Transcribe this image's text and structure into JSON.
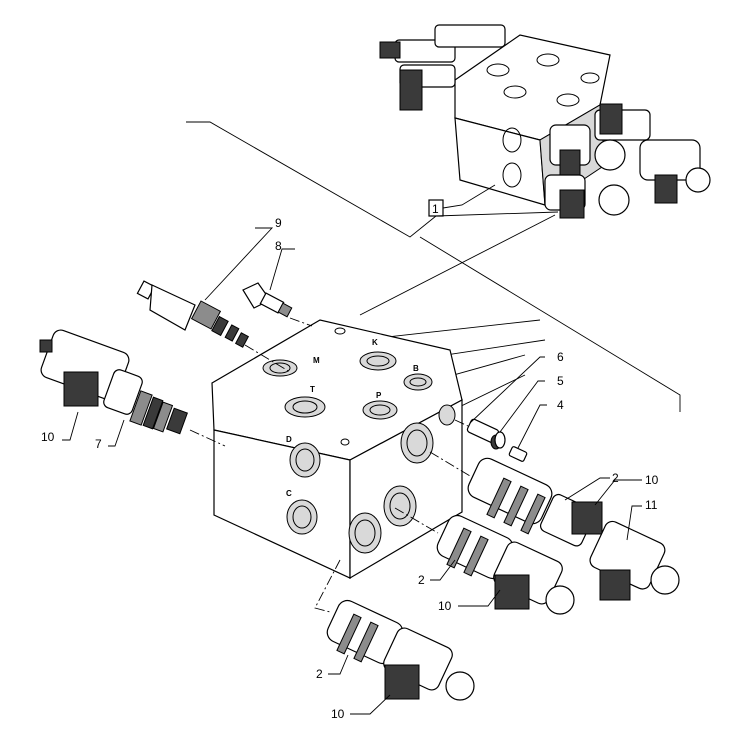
{
  "callouts": {
    "c1": "1",
    "c2a": "2",
    "c2b": "2",
    "c2c": "2",
    "c4": "4",
    "c5": "5",
    "c6": "6",
    "c7": "7",
    "c8": "8",
    "c9": "9",
    "c10a": "10",
    "c10b": "10",
    "c10c": "10",
    "c10d": "10",
    "c11": "11"
  },
  "ports": {
    "k": "K",
    "m": "M",
    "t": "T",
    "p": "P",
    "b": "B",
    "d": "D",
    "c": "C"
  }
}
